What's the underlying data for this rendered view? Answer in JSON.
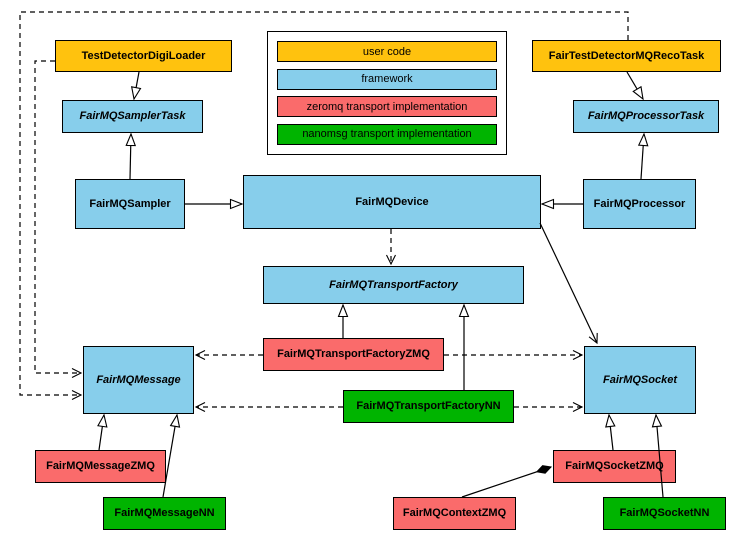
{
  "colors": {
    "user_code": "#ffc20e",
    "framework": "#87ceeb",
    "zeromq": "#fa6b6b",
    "nanomsg": "#00b400"
  },
  "legend": {
    "items": [
      {
        "label": "user code",
        "color": "#ffc20e"
      },
      {
        "label": "framework",
        "color": "#87ceeb"
      },
      {
        "label": "zeromq transport implementation",
        "color": "#fa6b6b"
      },
      {
        "label": "nanomsg transport implementation",
        "color": "#00b400"
      }
    ]
  },
  "nodes": {
    "test_detector_digi_loader": {
      "label": "TestDetectorDigiLoader",
      "category": "user code"
    },
    "fair_test_detector_mq_reco_task": {
      "label": "FairTestDetectorMQRecoTask",
      "category": "user code"
    },
    "fairmq_sampler_task": {
      "label": "FairMQSamplerTask",
      "category": "framework",
      "abstract": true
    },
    "fairmq_processor_task": {
      "label": "FairMQProcessorTask",
      "category": "framework",
      "abstract": true
    },
    "fairmq_sampler": {
      "label": "FairMQSampler",
      "category": "framework"
    },
    "fairmq_device": {
      "label": "FairMQDevice",
      "category": "framework"
    },
    "fairmq_processor": {
      "label": "FairMQProcessor",
      "category": "framework"
    },
    "fairmq_transport_factory": {
      "label": "FairMQTransportFactory",
      "category": "framework",
      "abstract": true
    },
    "fairmq_transport_factory_zmq": {
      "label": "FairMQTransportFactoryZMQ",
      "category": "zeromq transport implementation"
    },
    "fairmq_transport_factory_nn": {
      "label": "FairMQTransportFactoryNN",
      "category": "nanomsg transport implementation"
    },
    "fairmq_message": {
      "label": "FairMQMessage",
      "category": "framework",
      "abstract": true
    },
    "fairmq_socket": {
      "label": "FairMQSocket",
      "category": "framework",
      "abstract": true
    },
    "fairmq_message_zmq": {
      "label": "FairMQMessageZMQ",
      "category": "zeromq transport implementation"
    },
    "fairmq_message_nn": {
      "label": "FairMQMessageNN",
      "category": "nanomsg transport implementation"
    },
    "fairmq_socket_zmq": {
      "label": "FairMQSocketZMQ",
      "category": "zeromq transport implementation"
    },
    "fairmq_context_zmq": {
      "label": "FairMQContextZMQ",
      "category": "zeromq transport implementation"
    },
    "fairmq_socket_nn": {
      "label": "FairMQSocketNN",
      "category": "nanomsg transport implementation"
    }
  }
}
